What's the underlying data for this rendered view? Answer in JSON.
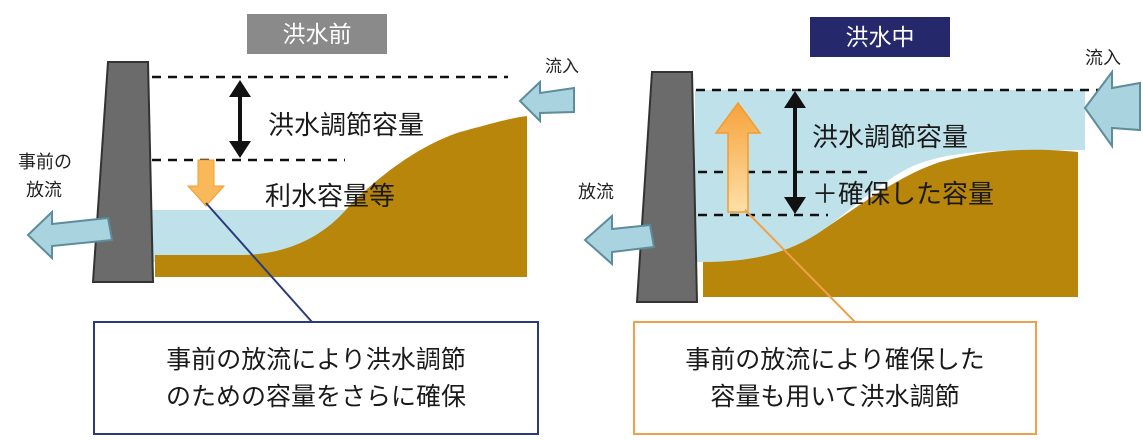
{
  "before": {
    "badge_label": "洪水前",
    "badge_color": "#8a8a8a",
    "inflow_label": "流入",
    "outflow_label_line1": "事前の",
    "outflow_label_line2": "放流",
    "flood_capacity_label": "洪水調節容量",
    "water_use_label": "利水容量等",
    "callout_line1": "事前の放流により洪水調節",
    "callout_line2": "のための容量をさらに確保",
    "callout_border_color": "#2a3a7c"
  },
  "during": {
    "badge_label": "洪水中",
    "badge_color": "#25296b",
    "inflow_label": "流入",
    "outflow_label": "放流",
    "flood_capacity_label": "洪水調節容量",
    "secured_capacity_label": "＋確保した容量",
    "callout_line1": "事前の放流により確保した",
    "callout_line2": "容量も用いて洪水調節",
    "callout_border_color": "#f0a04a"
  },
  "colors": {
    "ground": "#b8860b",
    "water": "#bfe2ea",
    "dam": "#6b6b6b",
    "arrow_blue": "#a9d4df",
    "arrow_orange": "#f9b85a"
  }
}
